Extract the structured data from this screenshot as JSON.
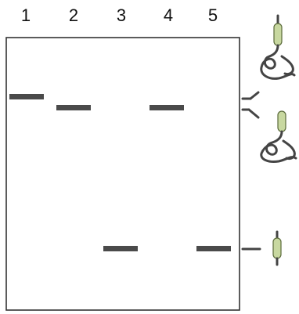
{
  "lanes": [
    {
      "label": "1"
    },
    {
      "label": "2"
    },
    {
      "label": "3"
    },
    {
      "label": "4"
    },
    {
      "label": "5"
    }
  ],
  "bands": [
    {
      "lane": "1",
      "row": "upper-high"
    },
    {
      "lane": "2",
      "row": "upper-low"
    },
    {
      "lane": "3",
      "row": "lower"
    },
    {
      "lane": "4",
      "row": "upper-low"
    },
    {
      "lane": "5",
      "row": "lower"
    }
  ],
  "colors": {
    "band": "#4a4a4a",
    "gel_border": "#333333",
    "protein_body": "#c8d8a0",
    "protein_outline": "#5a6a3a",
    "chain": "#444444"
  },
  "icons": {
    "upper_top_molecule": "folded-protein-with-tag-icon",
    "upper_bottom_molecule": "folded-protein-with-tag-icon",
    "lower_molecule": "tag-only-icon"
  }
}
